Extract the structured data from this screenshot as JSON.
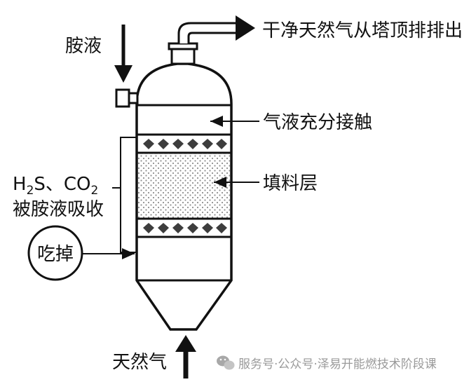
{
  "labels": {
    "amine_in": "胺液",
    "gas_out": "干净天然气从塔顶排排出",
    "contact": "气液充分接触",
    "packing": "填料层",
    "absorbed_h2s": "H",
    "absorbed_h2s_sub": "2",
    "absorbed_h2s_s": "S、CO",
    "absorbed_co2_sub": "2",
    "absorbed_line2": "被胺液吸收",
    "eaten": "吃掉",
    "gas_in": "天然气"
  },
  "watermark": "服务号·公众号·泽易开能燃技术阶段课",
  "colors": {
    "stroke": "#111111",
    "packing_dots": "#9a9a9a",
    "diamond": "#444444",
    "background": "#ffffff"
  },
  "icons": {
    "watermark_logo": "wechat-icon"
  }
}
